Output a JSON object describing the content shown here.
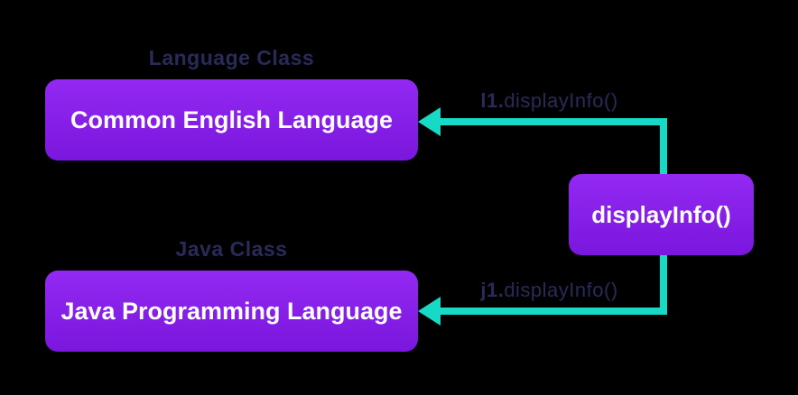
{
  "colors": {
    "background": "#000000",
    "box_top": "#9329f2",
    "box_bottom": "#7a16dd",
    "accent": "#16d9c6",
    "caption_text": "#2a2a58",
    "box_text": "#ffffff"
  },
  "classes": [
    {
      "caption": "Language Class",
      "box_label": "Common English Language"
    },
    {
      "caption": "Java Class",
      "box_label": "Java Programming Language"
    }
  ],
  "method_box": {
    "label": "displayInfo()"
  },
  "calls": [
    {
      "prefix": "l1.",
      "method": "displayInfo()"
    },
    {
      "prefix": "j1.",
      "method": "displayInfo()"
    }
  ]
}
